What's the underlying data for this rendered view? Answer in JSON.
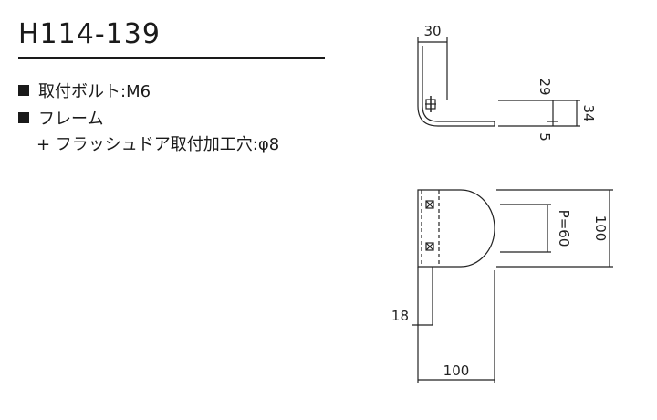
{
  "header": {
    "model_number": "H114-139"
  },
  "specs": [
    {
      "text": "取付ボルト:M6"
    },
    {
      "text": "フレーム",
      "sub_text": "+ フラッシュドア取付加工穴:φ8"
    }
  ],
  "dimensions": {
    "side_top_width": "30",
    "side_offset_1": "29",
    "side_height": "34",
    "side_thickness": "5",
    "plan_pitch": "P=60",
    "plan_height": "100",
    "plan_width": "100",
    "plan_flange": "18"
  },
  "colors": {
    "line": "#222222",
    "text": "#1a1a1a",
    "background": "#ffffff"
  }
}
